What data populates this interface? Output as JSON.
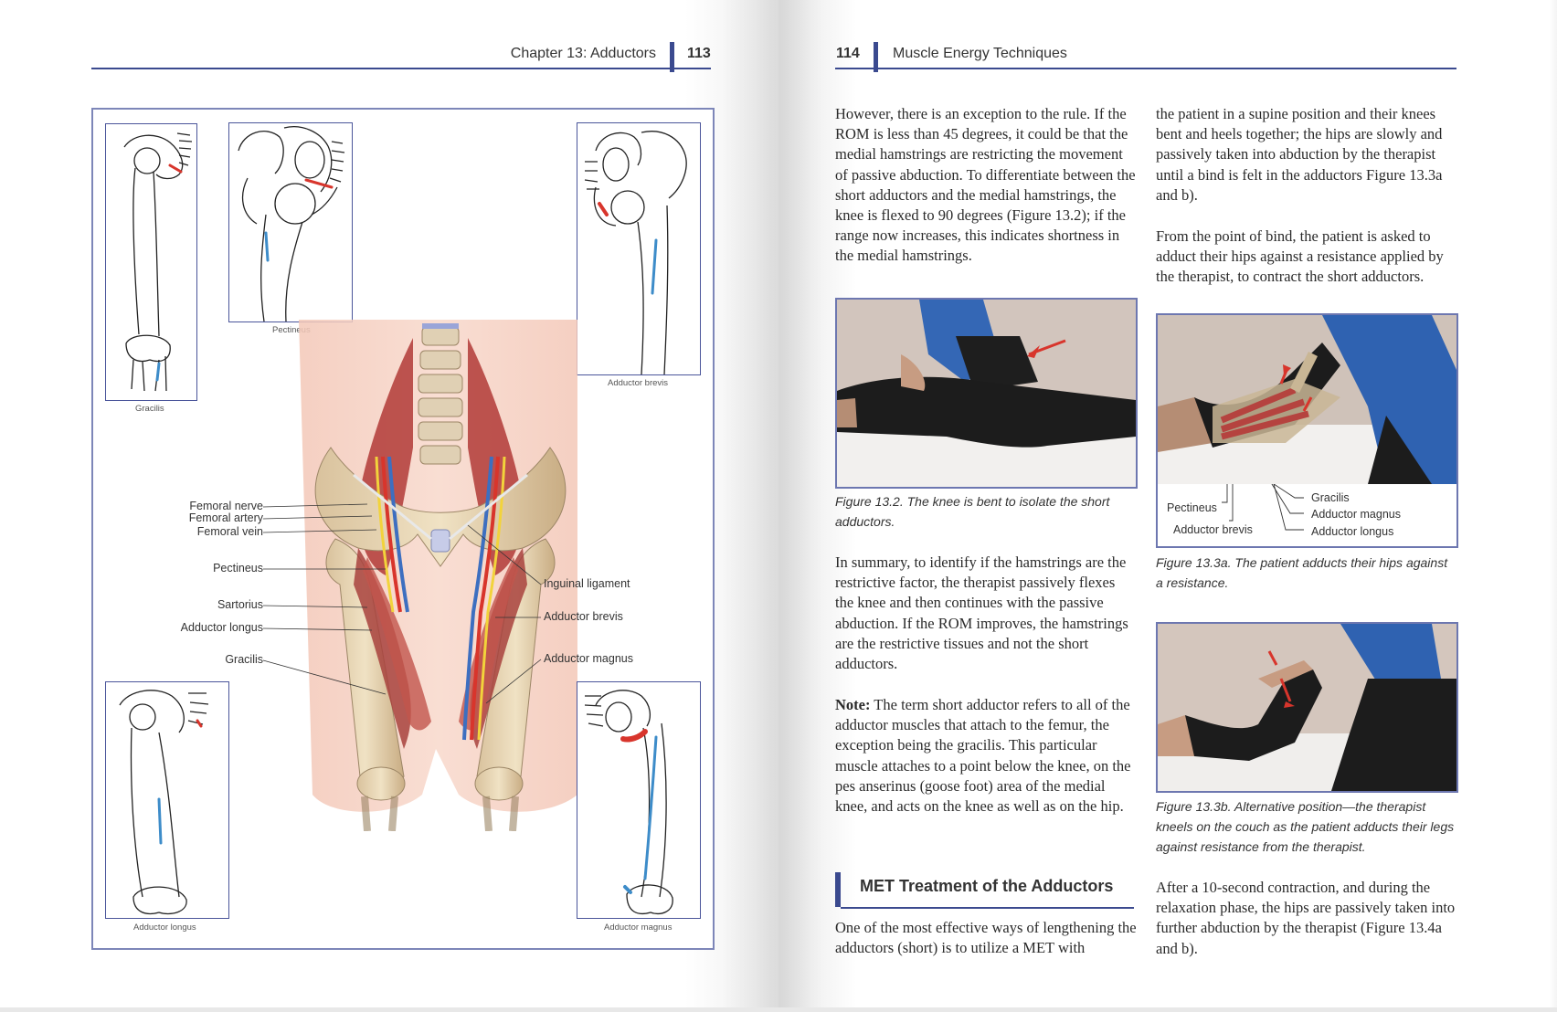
{
  "left_page": {
    "running_head": {
      "chapter": "Chapter 13: Adductors",
      "page_number": "113"
    },
    "plate": {
      "inset_captions": {
        "gracilis": "Gracilis",
        "pectineus": "Pectineus",
        "adductor_brevis": "Adductor brevis",
        "adductor_longus": "Adductor longus",
        "adductor_magnus": "Adductor magnus"
      },
      "left_labels": [
        "Femoral nerve",
        "Femoral artery",
        "Femoral vein",
        "Pectineus",
        "Sartorius",
        "Adductor longus",
        "Gracilis"
      ],
      "right_labels": [
        "Inguinal ligament",
        "Adductor brevis",
        "Adductor magnus"
      ]
    }
  },
  "right_page": {
    "running_head": {
      "page_number": "114",
      "title": "Muscle Energy Techniques"
    },
    "column1": {
      "para1": "However, there is an exception to the rule. If the ROM is less than 45 degrees, it could be that the medial hamstrings are restricting the movement of passive abduction. To differentiate between the short adductors and the medial hamstrings, the knee is flexed to 90 degrees (Figure 13.2); if the range now increases, this indicates shortness in the medial hamstrings.",
      "figure_13_2_caption": "Figure 13.2. The knee is bent to isolate the short adductors.",
      "para2": "In summary, to identify if the hamstrings are the restrictive factor, the therapist passively flexes the knee and then continues with the passive abduction. If the ROM improves, the hamstrings are the restrictive tissues and not the short adductors.",
      "note_label": "Note:",
      "note_text": " The term short adductor refers to all of the adductor muscles that attach to the femur, the exception being the gracilis. This particular muscle attaches to a point below the knee, on the pes anserinus (goose foot) area of the medial knee, and acts on the knee as well as on the hip.",
      "heading": "MET Treatment of the Adductors",
      "para3": "One of the most effective ways of lengthening the adductors (short) is to utilize a MET with"
    },
    "column2": {
      "para1": "the patient in a supine position and their knees bent and heels together; the hips are slowly and passively taken into abduction by the therapist until a bind is felt in the adductors Figure 13.3a and b).",
      "para2": "From the point of bind, the patient is asked to adduct their hips against a resistance applied by the therapist, to contract the short adductors.",
      "figure_13_3a_labels": {
        "pectineus": "Pectineus",
        "adductor_brevis": "Adductor brevis",
        "gracilis": "Gracilis",
        "adductor_magnus": "Adductor magnus",
        "adductor_longus": "Adductor longus"
      },
      "figure_13_3a_caption": "Figure 13.3a. The patient adducts their hips against a resistance.",
      "figure_13_3b_caption": "Figure 13.3b. Alternative position—the therapist kneels on the couch as the patient adducts their legs against resistance from the therapist.",
      "para3": "After a 10-second contraction, and during the relaxation phase, the hips are passively taken into further abduction by the therapist (Figure 13.4a and b)."
    }
  },
  "colors": {
    "accent_rule": "#3b4a8f",
    "frame": "#6d77b0",
    "muscle": "#b5433f",
    "tendon_red": "#d8352c",
    "tendon_blue": "#3d8cc9"
  }
}
